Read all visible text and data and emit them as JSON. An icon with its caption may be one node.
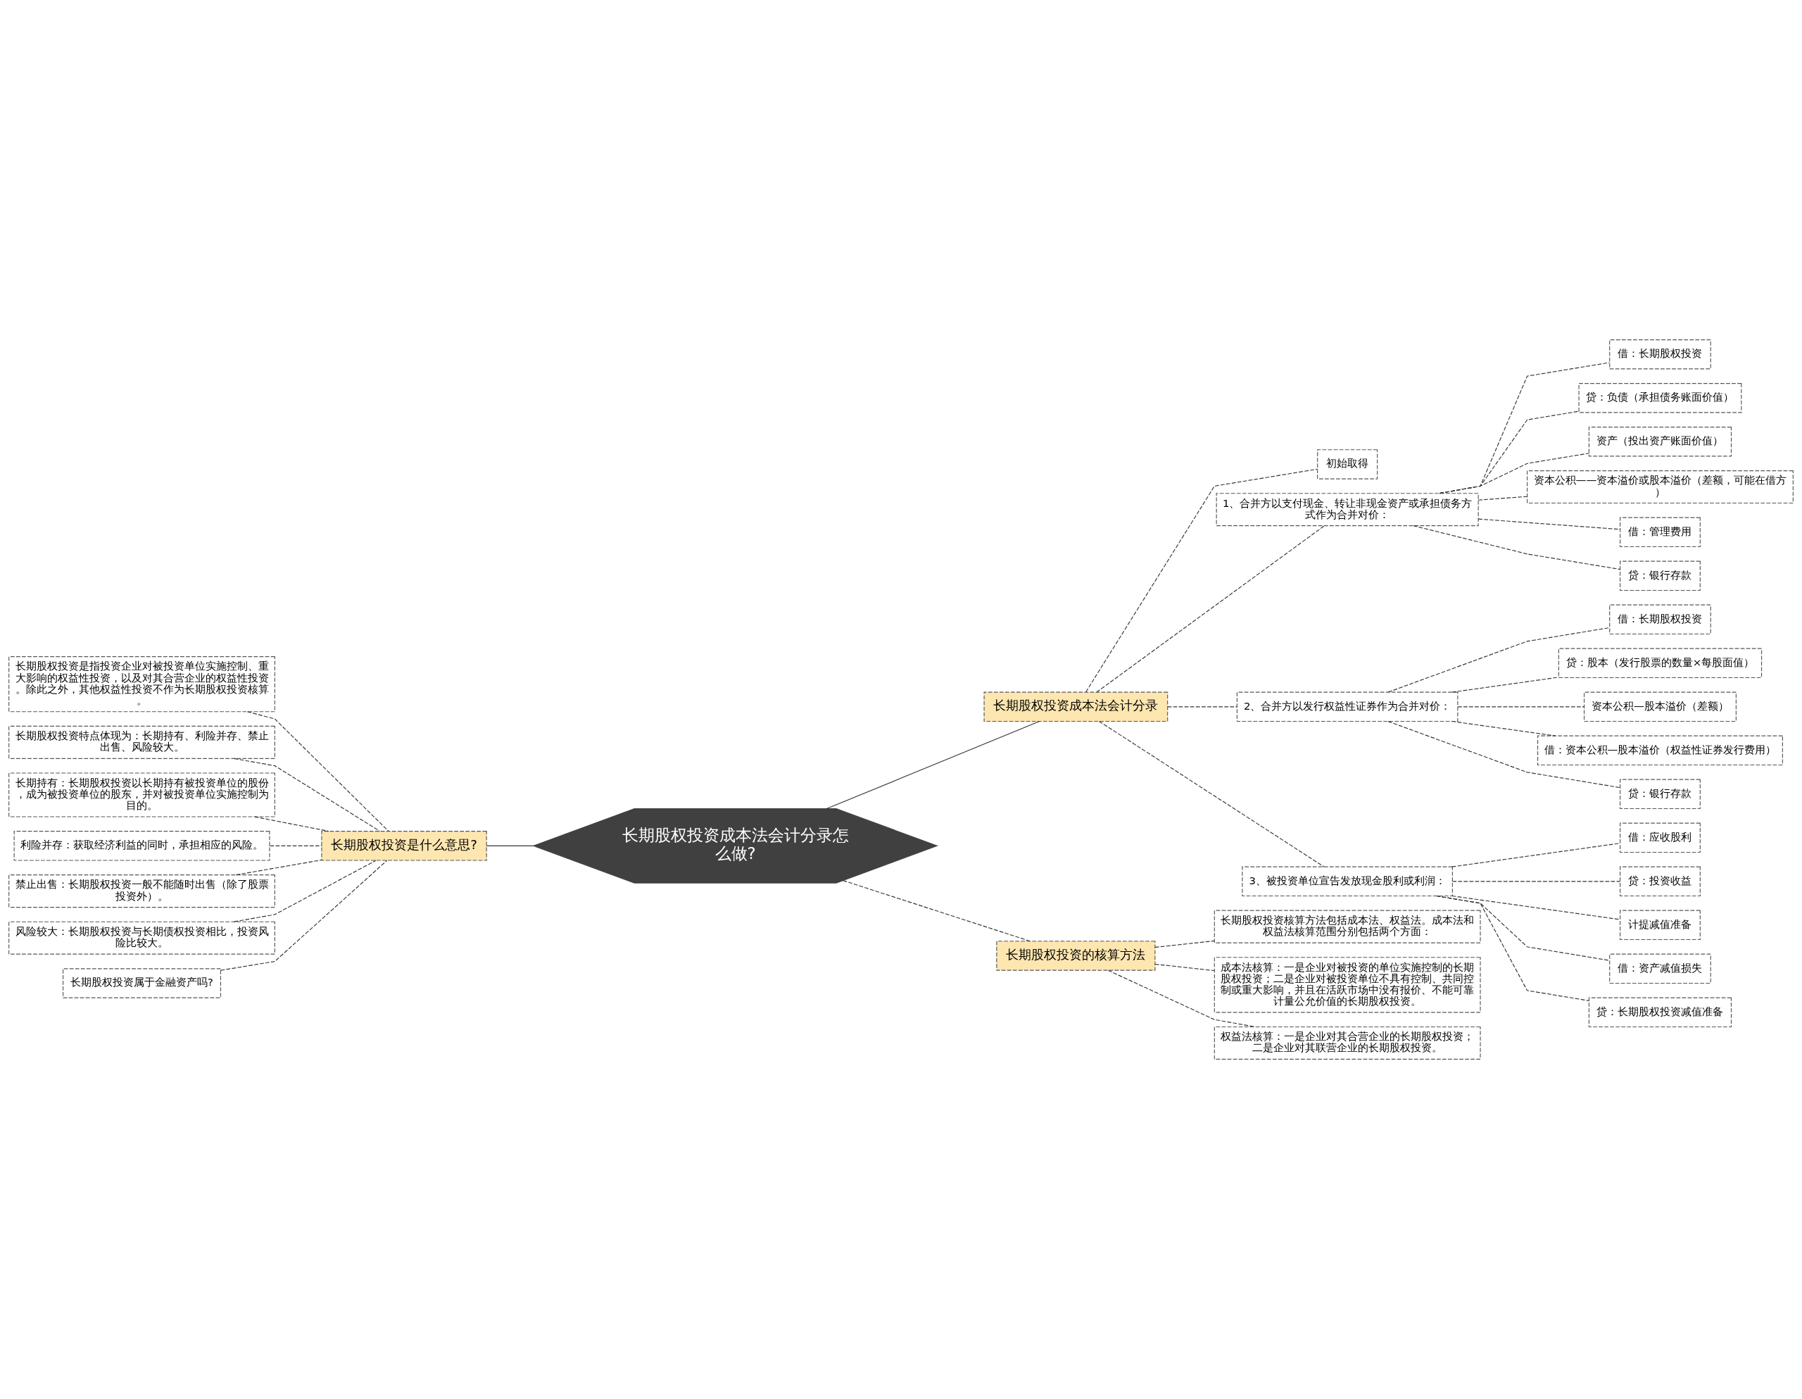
{
  "diagram": {
    "nodes": [
      {
        "text": [
          "长期股权投资成本法会计分录怎么做?"
        ]
      },
      {
        "text": [
          "长期股权投资成本法会计分录"
        ]
      },
      {
        "text": [
          "初始取得"
        ]
      },
      {
        "text": [
          "1、合并方以支付现金、转让非现金资产或承担债务方式作为合并对价："
        ]
      },
      {
        "text": [
          "借：长期股权投资"
        ]
      },
      {
        "text": [
          "贷：负债（承担债务账面价值）"
        ]
      },
      {
        "text": [
          "资产（投出资产账面价值）"
        ]
      },
      {
        "text": [
          "资本公积——资本溢价或股本溢价（差额，可能在借方）"
        ]
      },
      {
        "text": [
          "借：管理费用"
        ]
      },
      {
        "text": [
          "贷：银行存款"
        ]
      },
      {
        "text": [
          "2、合并方以发行权益性证券作为合并对价："
        ]
      },
      {
        "text": [
          "借：长期股权投资"
        ]
      },
      {
        "text": [
          "贷：股本（发行股票的数量×每股面值）"
        ]
      },
      {
        "text": [
          "资本公积—股本溢价（差额）"
        ]
      },
      {
        "text": [
          "借：资本公积—股本溢价（权益性证券发行费用）"
        ]
      },
      {
        "text": [
          "贷：银行存款"
        ]
      },
      {
        "text": [
          "3、被投资单位宣告发放现金股利或利润："
        ]
      },
      {
        "text": [
          "借：应收股利"
        ]
      },
      {
        "text": [
          "贷：投资收益"
        ]
      },
      {
        "text": [
          "计提减值准备"
        ]
      },
      {
        "text": [
          "借：资产减值损失"
        ]
      },
      {
        "text": [
          "贷：长期股权投资减值准备"
        ]
      },
      {
        "text": [
          "长期股权投资的核算方法"
        ]
      },
      {
        "text": [
          "长期股权投资核算方法包括成本法、权益法。成本法和权益法核算范围分别包括两个方面："
        ]
      },
      {
        "text": [
          "成本法核算：一是企业对被投资的单位实施控制的长期股权投资；二是企业对被投资单位不具有控制、共同控制或重大影响，并且在活跃市场中没有报价、不能可靠计量公允价值的长期股权投资。"
        ]
      },
      {
        "text": [
          "权益法核算：一是企业对其合营企业的长期股权投资；二是企业对其联营企业的长期股权投资。"
        ]
      },
      {
        "text": [
          "长期股权投资是什么意思?"
        ]
      },
      {
        "text": [
          "长期股权投资是指投资企业对被投资单位实施控制、重大影响的权益性投资，以及对其合营企业的权益性投资。除此之外，其他权益性投资不作为长期股权投资核算。"
        ]
      },
      {
        "text": [
          "长期股权投资特点体现为：长期持有、利险并存、禁止出售、风险较大。"
        ]
      },
      {
        "text": [
          "长期持有：长期股权投资以长期持有被投资单位的股份，成为被投资单位的股东，并对被投资单位实施控制为目的。"
        ]
      },
      {
        "text": [
          "利险并存：获取经济利益的同时，承担相应的风险。"
        ]
      },
      {
        "text": [
          "禁止出售：长期股权投资一般不能随时出售（除了股票投资外）。"
        ]
      },
      {
        "text": [
          "风险较大：长期股权投资与长期债权投资相比，投资风险比较大。"
        ]
      },
      {
        "text": [
          "长期股权投资属于金融资产吗?"
        ]
      }
    ],
    "edges": [
      {
        "from": 0,
        "to": 1,
        "arrow": "none"
      },
      {
        "from": 1,
        "to": 2,
        "arrow": "none",
        "style": "dashed"
      },
      {
        "from": 1,
        "to": 3,
        "arrow": "none",
        "style": "dashed"
      },
      {
        "from": 3,
        "to": 4,
        "arrow": "none",
        "style": "dashed"
      },
      {
        "from": 3,
        "to": 5,
        "arrow": "none",
        "style": "dashed"
      },
      {
        "from": 3,
        "to": 6,
        "arrow": "none",
        "style": "dashed"
      },
      {
        "from": 3,
        "to": 7,
        "arrow": "none",
        "style": "dashed"
      },
      {
        "from": 3,
        "to": 8,
        "arrow": "none",
        "style": "dashed"
      },
      {
        "from": 3,
        "to": 9,
        "arrow": "none",
        "style": "dashed"
      },
      {
        "from": 1,
        "to": 10,
        "arrow": "none",
        "style": "dashed"
      },
      {
        "from": 10,
        "to": 11,
        "arrow": "none",
        "style": "dashed"
      },
      {
        "from": 10,
        "to": 12,
        "arrow": "none",
        "style": "dashed"
      },
      {
        "from": 10,
        "to": 13,
        "arrow": "none",
        "style": "dashed"
      },
      {
        "from": 10,
        "to": 14,
        "arrow": "none",
        "style": "dashed"
      },
      {
        "from": 10,
        "to": 15,
        "arrow": "none",
        "style": "dashed"
      },
      {
        "from": 1,
        "to": 16,
        "arrow": "none",
        "style": "dashed"
      },
      {
        "from": 16,
        "to": 17,
        "arrow": "none",
        "style": "dashed"
      },
      {
        "from": 16,
        "to": 18,
        "arrow": "none",
        "style": "dashed"
      },
      {
        "from": 16,
        "to": 19,
        "arrow": "none",
        "style": "dashed"
      },
      {
        "from": 16,
        "to": 20,
        "arrow": "none",
        "style": "dashed"
      },
      {
        "from": 16,
        "to": 21,
        "arrow": "none",
        "style": "dashed"
      },
      {
        "from": 0,
        "to": 22,
        "arrow": "none",
        "style": "dashed"
      },
      {
        "from": 22,
        "to": 23,
        "arrow": "none",
        "style": "dashed"
      },
      {
        "from": 22,
        "to": 24,
        "arrow": "none",
        "style": "dashed"
      },
      {
        "from": 22,
        "to": 25,
        "arrow": "none",
        "style": "dashed"
      },
      {
        "from": 0,
        "to": 26,
        "arrow": "none"
      },
      {
        "from": 26,
        "to": 27,
        "arrow": "none",
        "style": "dashed"
      },
      {
        "from": 26,
        "to": 28,
        "arrow": "none",
        "style": "dashed"
      },
      {
        "from": 26,
        "to": 29,
        "arrow": "none",
        "style": "dashed"
      },
      {
        "from": 26,
        "to": 30,
        "arrow": "none",
        "style": "dashed"
      },
      {
        "from": 26,
        "to": 31,
        "arrow": "none",
        "style": "dashed"
      },
      {
        "from": 26,
        "to": 32,
        "arrow": "none",
        "style": "dashed"
      },
      {
        "from": 26,
        "to": 33,
        "arrow": "none",
        "style": "dashed"
      }
    ]
  }
}
